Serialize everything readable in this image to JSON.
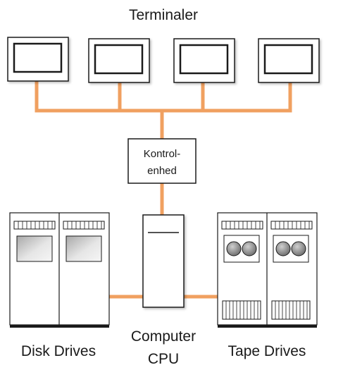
{
  "labels": {
    "terminals": "Terminaler",
    "control_unit_line1": "Kontrol-",
    "control_unit_line2": "enhed",
    "computer_line1": "Computer",
    "computer_line2": "CPU",
    "disk_drives": "Disk Drives",
    "tape_drives": "Tape Drives"
  },
  "colors": {
    "connector": "#f0a060",
    "outline": "#1a1a1a",
    "screen_fill": "#d8d8d8"
  }
}
